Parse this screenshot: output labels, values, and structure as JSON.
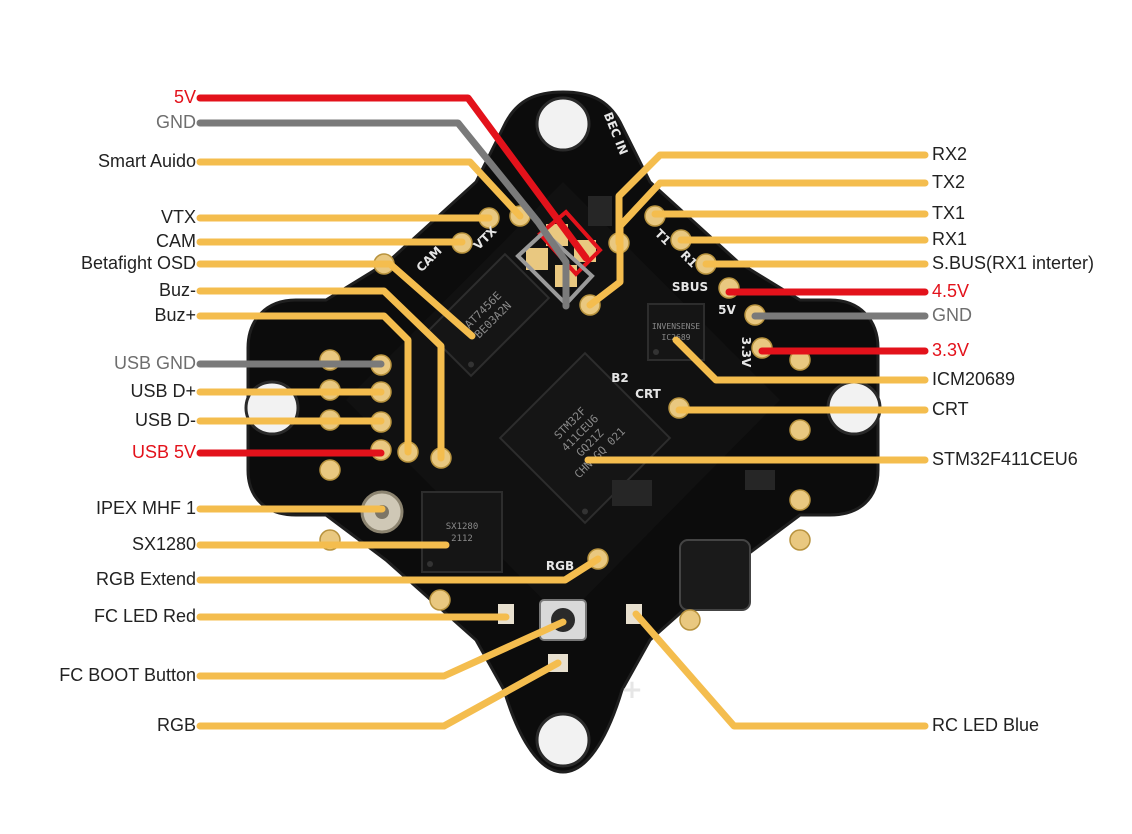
{
  "colors": {
    "background": "#ffffff",
    "board": "#0c0c0c",
    "board_edge": "#1f1f1f",
    "chip": "#151515",
    "pad": "#e9c880",
    "leader_yellow": "#f4bd4e",
    "leader_red": "#e3121b",
    "leader_grey": "#7a7a7a",
    "label_default": "#222222",
    "label_red": "#e3121b",
    "label_grey": "#6e6e6e"
  },
  "board": {
    "silk": [
      "BEC IN",
      "VTX",
      "CAM",
      "SBUS",
      "5V",
      "3.3V",
      "B2",
      "CRT",
      "RGB",
      "R1",
      "T1"
    ],
    "chips": [
      {
        "name": "stm32-mcu-chip",
        "lines": [
          "STM32F",
          "411CEU6",
          "GQ21Z",
          "CHN GQ 021"
        ]
      },
      {
        "name": "osd-chip",
        "lines": [
          "AT7456E",
          "BE03A2N"
        ]
      },
      {
        "name": "imu-chip",
        "lines": [
          "INVENSENSE",
          "IC2689"
        ]
      },
      {
        "name": "sx1280-chip",
        "lines": [
          "SX1280",
          "2112"
        ]
      }
    ]
  },
  "labels": {
    "left": [
      {
        "id": "5v-top",
        "text": "5V",
        "color": "red"
      },
      {
        "id": "gnd-top",
        "text": "GND",
        "color": "grey"
      },
      {
        "id": "smart-audio",
        "text": "Smart Auido",
        "color": "default"
      },
      {
        "id": "vtx",
        "text": "VTX",
        "color": "default"
      },
      {
        "id": "cam",
        "text": "CAM",
        "color": "default"
      },
      {
        "id": "betaflight-osd",
        "text": "Betafight OSD",
        "color": "default"
      },
      {
        "id": "buz-minus",
        "text": "Buz-",
        "color": "default"
      },
      {
        "id": "buz-plus",
        "text": "Buz+",
        "color": "default"
      },
      {
        "id": "usb-gnd",
        "text": "USB GND",
        "color": "grey"
      },
      {
        "id": "usb-dplus",
        "text": "USB D+",
        "color": "default"
      },
      {
        "id": "usb-dminus",
        "text": "USB D-",
        "color": "default"
      },
      {
        "id": "usb-5v",
        "text": "USB 5V",
        "color": "red"
      },
      {
        "id": "ipex",
        "text": "IPEX MHF 1",
        "color": "default"
      },
      {
        "id": "sx1280",
        "text": "SX1280",
        "color": "default"
      },
      {
        "id": "rgb-extend",
        "text": "RGB Extend",
        "color": "default"
      },
      {
        "id": "fc-led-red",
        "text": "FC LED Red",
        "color": "default"
      },
      {
        "id": "fc-boot",
        "text": "FC BOOT Button",
        "color": "default"
      },
      {
        "id": "rgb-bottom",
        "text": "RGB",
        "color": "default"
      }
    ],
    "right": [
      {
        "id": "rx2",
        "text": "RX2",
        "color": "default"
      },
      {
        "id": "tx2",
        "text": "TX2",
        "color": "default"
      },
      {
        "id": "tx1",
        "text": "TX1",
        "color": "default"
      },
      {
        "id": "rx1",
        "text": "RX1",
        "color": "default"
      },
      {
        "id": "sbus",
        "text": "S.BUS(RX1 interter)",
        "color": "default"
      },
      {
        "id": "4v5",
        "text": "4.5V",
        "color": "red"
      },
      {
        "id": "gnd-right",
        "text": "GND",
        "color": "grey"
      },
      {
        "id": "3v3",
        "text": "3.3V",
        "color": "red"
      },
      {
        "id": "icm20689",
        "text": "ICM20689",
        "color": "default"
      },
      {
        "id": "crt",
        "text": "CRT",
        "color": "default"
      },
      {
        "id": "stm32",
        "text": "STM32F411CEU6",
        "color": "default"
      },
      {
        "id": "rc-led-blue",
        "text": "RC LED Blue",
        "color": "default"
      }
    ]
  }
}
